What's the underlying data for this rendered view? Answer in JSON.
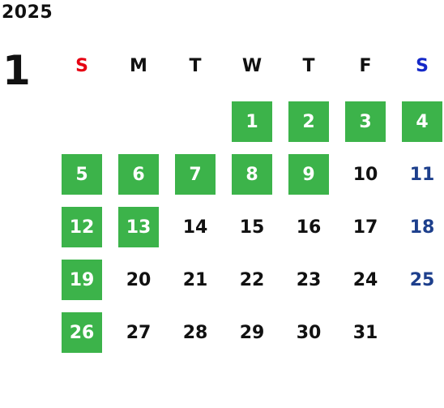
{
  "calendar": {
    "year": "2025",
    "month": "1",
    "weekdays": [
      {
        "label": "S",
        "color": "#e60012"
      },
      {
        "label": "M",
        "color": "#111111"
      },
      {
        "label": "T",
        "color": "#111111"
      },
      {
        "label": "W",
        "color": "#111111"
      },
      {
        "label": "T",
        "color": "#111111"
      },
      {
        "label": "F",
        "color": "#111111"
      },
      {
        "label": "S",
        "color": "#1428c8"
      }
    ],
    "highlight_color": "#3cb34a",
    "saturday_color": "#1d3f8c",
    "first_weekday_index": 3,
    "days": [
      {
        "day": "1",
        "highlighted": true
      },
      {
        "day": "2",
        "highlighted": true
      },
      {
        "day": "3",
        "highlighted": true
      },
      {
        "day": "4",
        "highlighted": true
      },
      {
        "day": "5",
        "highlighted": true
      },
      {
        "day": "6",
        "highlighted": true
      },
      {
        "day": "7",
        "highlighted": true
      },
      {
        "day": "8",
        "highlighted": true
      },
      {
        "day": "9",
        "highlighted": true
      },
      {
        "day": "10",
        "highlighted": false
      },
      {
        "day": "11",
        "highlighted": false
      },
      {
        "day": "12",
        "highlighted": true
      },
      {
        "day": "13",
        "highlighted": true
      },
      {
        "day": "14",
        "highlighted": false
      },
      {
        "day": "15",
        "highlighted": false
      },
      {
        "day": "16",
        "highlighted": false
      },
      {
        "day": "17",
        "highlighted": false
      },
      {
        "day": "18",
        "highlighted": false
      },
      {
        "day": "19",
        "highlighted": true
      },
      {
        "day": "20",
        "highlighted": false
      },
      {
        "day": "21",
        "highlighted": false
      },
      {
        "day": "22",
        "highlighted": false
      },
      {
        "day": "23",
        "highlighted": false
      },
      {
        "day": "24",
        "highlighted": false
      },
      {
        "day": "25",
        "highlighted": false
      },
      {
        "day": "26",
        "highlighted": true
      },
      {
        "day": "27",
        "highlighted": false
      },
      {
        "day": "28",
        "highlighted": false
      },
      {
        "day": "29",
        "highlighted": false
      },
      {
        "day": "30",
        "highlighted": false
      },
      {
        "day": "31",
        "highlighted": false
      }
    ]
  }
}
